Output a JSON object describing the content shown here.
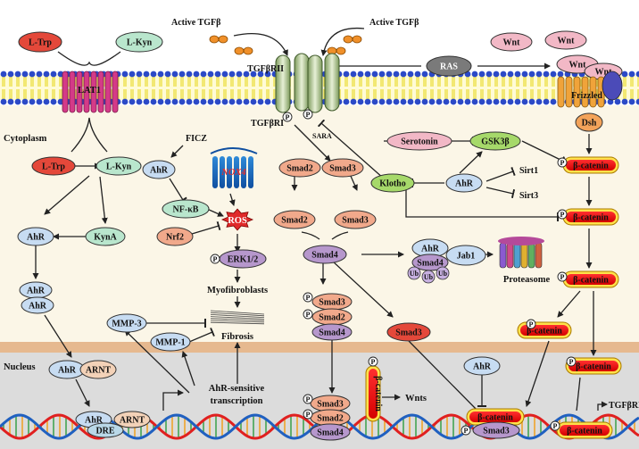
{
  "compartments": {
    "cytoplasm": "Cytoplasm",
    "nucleus": "Nucleus"
  },
  "ligands": {
    "active_tgfb_left": "Active TGFβ",
    "active_tgfb_right": "Active TGFβ",
    "wnt_1": "Wnt",
    "wnt_2": "Wnt",
    "wnt_3": "Wnt",
    "wnt_4": "Wnt"
  },
  "receptors": {
    "tgfbrii": "TGFβRII",
    "tgfbri": "TGFβRI",
    "lat1": "LAT1",
    "frizzled": "Frizzled",
    "sara": "SARA",
    "ras": "RAS"
  },
  "tryptophan_pathway": {
    "l_trp_out": "L-Trp",
    "l_kyn_out": "L-Kyn",
    "l_trp_in": "L-Trp",
    "l_kyn_in": "L-Kyn",
    "ahr_1": "AhR",
    "kyna": "KynA",
    "ahr_dimer_top": "AhR",
    "ahr_dimer_bottom": "AhR"
  },
  "ros_pathway": {
    "ficz": "FICZ",
    "ahr": "AhR",
    "nox4": "NOX4",
    "nfkb": "NF-κB",
    "ros": "ROS",
    "nrf2": "Nrf2",
    "erk": "ERK1/2",
    "myofibroblasts": "Myofibroblasts",
    "fibrosis": "Fibrosis",
    "mmp3": "MMP-3",
    "mmp1": "MMP-1"
  },
  "smad_pathway": {
    "smad2_a": "Smad2",
    "smad3_a": "Smad3",
    "smad2_b": "Smad2",
    "smad3_b": "Smad3",
    "smad4": "Smad4",
    "smad3_trimer": "Smad3",
    "smad2_trimer": "Smad2",
    "smad4_trimer": "Smad4",
    "smad3_free": "Smad3"
  },
  "degradation": {
    "ahr": "AhR",
    "smad4": "Smad4",
    "jab1": "Jab1",
    "ub1": "Ub",
    "ub2": "Ub",
    "ub3": "Ub",
    "proteasome": "Proteasome"
  },
  "wnt_pathway": {
    "dsh": "Dsh",
    "serotonin": "Serotonin",
    "gsk3b": "GSK3β",
    "klotho": "Klotho",
    "ahr": "AhR",
    "sirt1": "Sirt1",
    "sirt3": "Sirt3",
    "bcat_1": "β-catenin",
    "bcat_2": "β-catenin",
    "bcat_3": "β-catenin",
    "bcat_4": "β-catenin",
    "bcat_5": "β-catenin"
  },
  "nucleus_items": {
    "ahr": "AhR",
    "arnt": "ARNT",
    "ahr_dna": "AhR",
    "arnt_dna": "ARNT",
    "dre": "DRE",
    "ahr_sensitive_1": "AhR-sensitive",
    "ahr_sensitive_2": "transcription",
    "smad3_dna": "Smad3",
    "smad2_dna": "Smad2",
    "smad4_dna": "Smad4",
    "bcat_vertical": "β-catenin",
    "wnts": "Wnts",
    "ahr_nuc_right": "AhR",
    "bcat_nuc_1": "β-catenin",
    "smad3_nuc": "Smad3",
    "bcat_nuc_2": "β-catenin",
    "tgfbri_out": "TGFβRI"
  },
  "phospho": "P",
  "colors": {
    "cytoplasm_bg": "#fbf6e7",
    "nucleus_bg": "#dcdcdc",
    "nuclear_membrane": "#e6b98f",
    "lipid_head": "#2b49c7",
    "lipid_tail": "#efe35a",
    "red_node": "#e4483a",
    "teal_node": "#b9e6cd",
    "blue_node": "#c7dcf2",
    "salmon_node": "#f1a98b",
    "purple_node": "#b697cc",
    "pink_node": "#f2b8c6",
    "green_node": "#a6d96a",
    "bcat_red": "#f01d1d",
    "bcat_yellow": "#ffe14a",
    "dna_red": "#e02020",
    "dna_blue": "#2060c0"
  }
}
